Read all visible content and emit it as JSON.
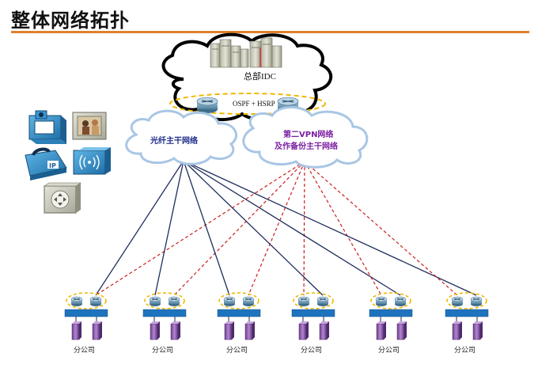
{
  "title": "整体网络拓扑",
  "hq": {
    "label": "总部IDC",
    "protocol_label": "OSPF + HSRP"
  },
  "fiber_network": {
    "label": "光纤主干网络"
  },
  "vpn_network": {
    "label_line1": "第二VPN网络",
    "label_line2": "及作备份主干网络"
  },
  "branches": [
    {
      "label": "分公司"
    },
    {
      "label": "分公司"
    },
    {
      "label": "分公司"
    },
    {
      "label": "分公司"
    },
    {
      "label": "分公司"
    },
    {
      "label": "分公司"
    }
  ],
  "legend_icons": [
    "video-phone-icon",
    "video-conference-icon",
    "ip-phone-icon",
    "wireless-access-point-icon",
    "voice-gateway-icon"
  ],
  "colors": {
    "accent_rule": "#e0812e",
    "fiber_link": "#1f2d5c",
    "vpn_link": "#cc1f1f",
    "vpn_text": "#7a1fa0",
    "fiber_text": "#1f2d8a",
    "hsrp_ring": "#f0b800",
    "switch_bar": "#1e73be",
    "server": "#8a5aa8"
  }
}
